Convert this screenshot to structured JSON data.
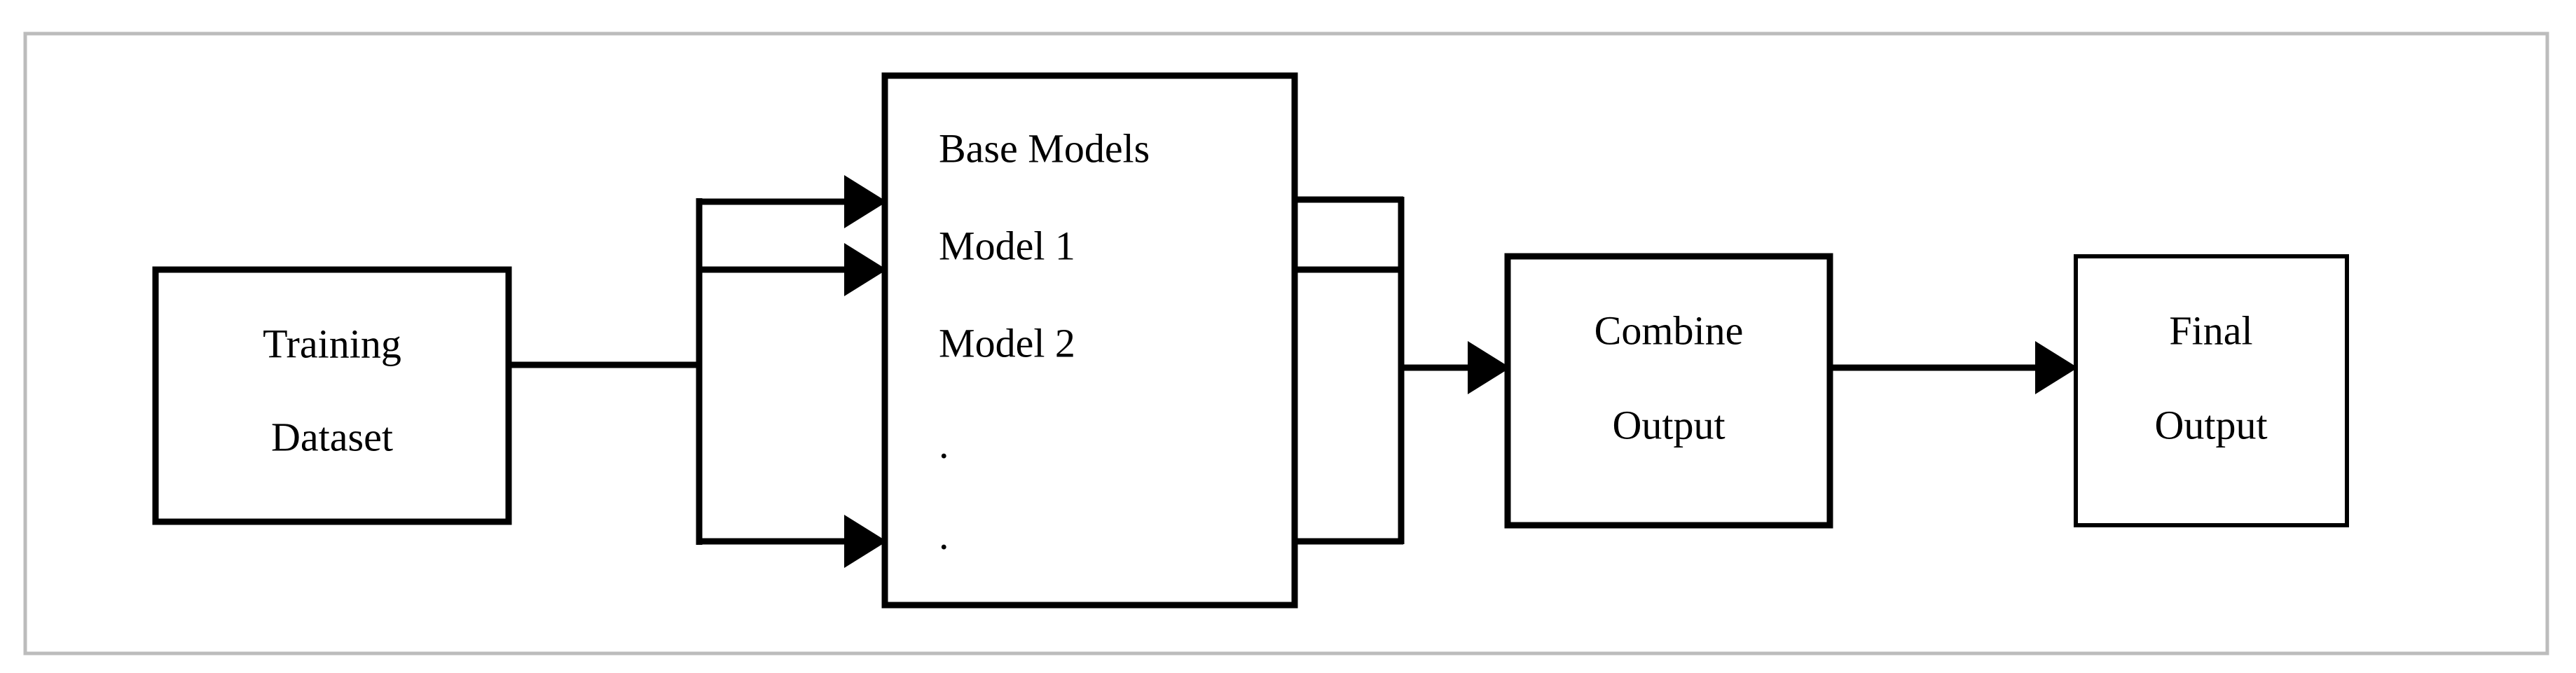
{
  "figure": {
    "kind": "flow-diagram",
    "title_text": "",
    "frame_color": "#bcbcbc",
    "line_color": "#000000",
    "background_color": "#ffffff"
  },
  "nodes": {
    "training_dataset": {
      "line1": "Training",
      "line2": "Dataset",
      "align": "center"
    },
    "base_models": {
      "heading": "Base Models",
      "items": [
        "Model 1",
        "Model 2"
      ],
      "ellipsis": [
        ".",
        "."
      ],
      "align": "left"
    },
    "combine_output": {
      "line1": "Combine",
      "line2": "Output",
      "align": "center"
    },
    "final_output": {
      "line1": "Final",
      "line2": "Output",
      "align": "center"
    }
  },
  "edges": [
    {
      "id": "edge-training-to-split",
      "from": "training_dataset",
      "to": "split-bus-left",
      "arrow": false
    },
    {
      "id": "edge-split-to-model-1",
      "from": "split-bus-left",
      "to": "base_models",
      "arrow": true
    },
    {
      "id": "edge-split-to-model-2",
      "from": "split-bus-left",
      "to": "base_models",
      "arrow": true
    },
    {
      "id": "edge-split-to-model-n",
      "from": "split-bus-left",
      "to": "base_models",
      "arrow": true
    },
    {
      "id": "edge-model-1-to-merge",
      "from": "base_models",
      "to": "merge-bus-right",
      "arrow": false
    },
    {
      "id": "edge-model-2-to-merge",
      "from": "base_models",
      "to": "merge-bus-right",
      "arrow": false
    },
    {
      "id": "edge-model-n-to-merge",
      "from": "base_models",
      "to": "merge-bus-right",
      "arrow": false
    },
    {
      "id": "edge-merge-to-combine",
      "from": "merge-bus-right",
      "to": "combine_output",
      "arrow": true
    },
    {
      "id": "edge-combine-to-final",
      "from": "combine_output",
      "to": "final_output",
      "arrow": true
    }
  ]
}
